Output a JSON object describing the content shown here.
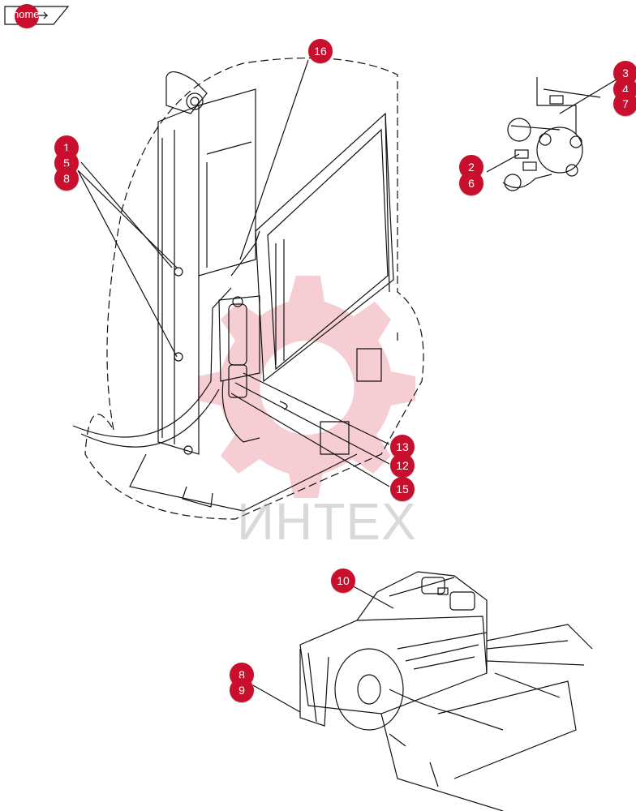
{
  "nav": {
    "home_label": "home"
  },
  "watermark": {
    "text": "ИНТЕХ"
  },
  "colors": {
    "callout": "#c8102e",
    "line": "#111111",
    "watermark": "#f2b8bf"
  },
  "callouts": [
    {
      "label": "16"
    },
    {
      "label": "3"
    },
    {
      "label": "4"
    },
    {
      "label": "7"
    },
    {
      "label": "2"
    },
    {
      "label": "6"
    },
    {
      "label": "1"
    },
    {
      "label": "5"
    },
    {
      "label": "8"
    },
    {
      "label": "13"
    },
    {
      "label": "12"
    },
    {
      "label": "15"
    },
    {
      "label": "10"
    },
    {
      "label": "8"
    },
    {
      "label": "9"
    }
  ]
}
